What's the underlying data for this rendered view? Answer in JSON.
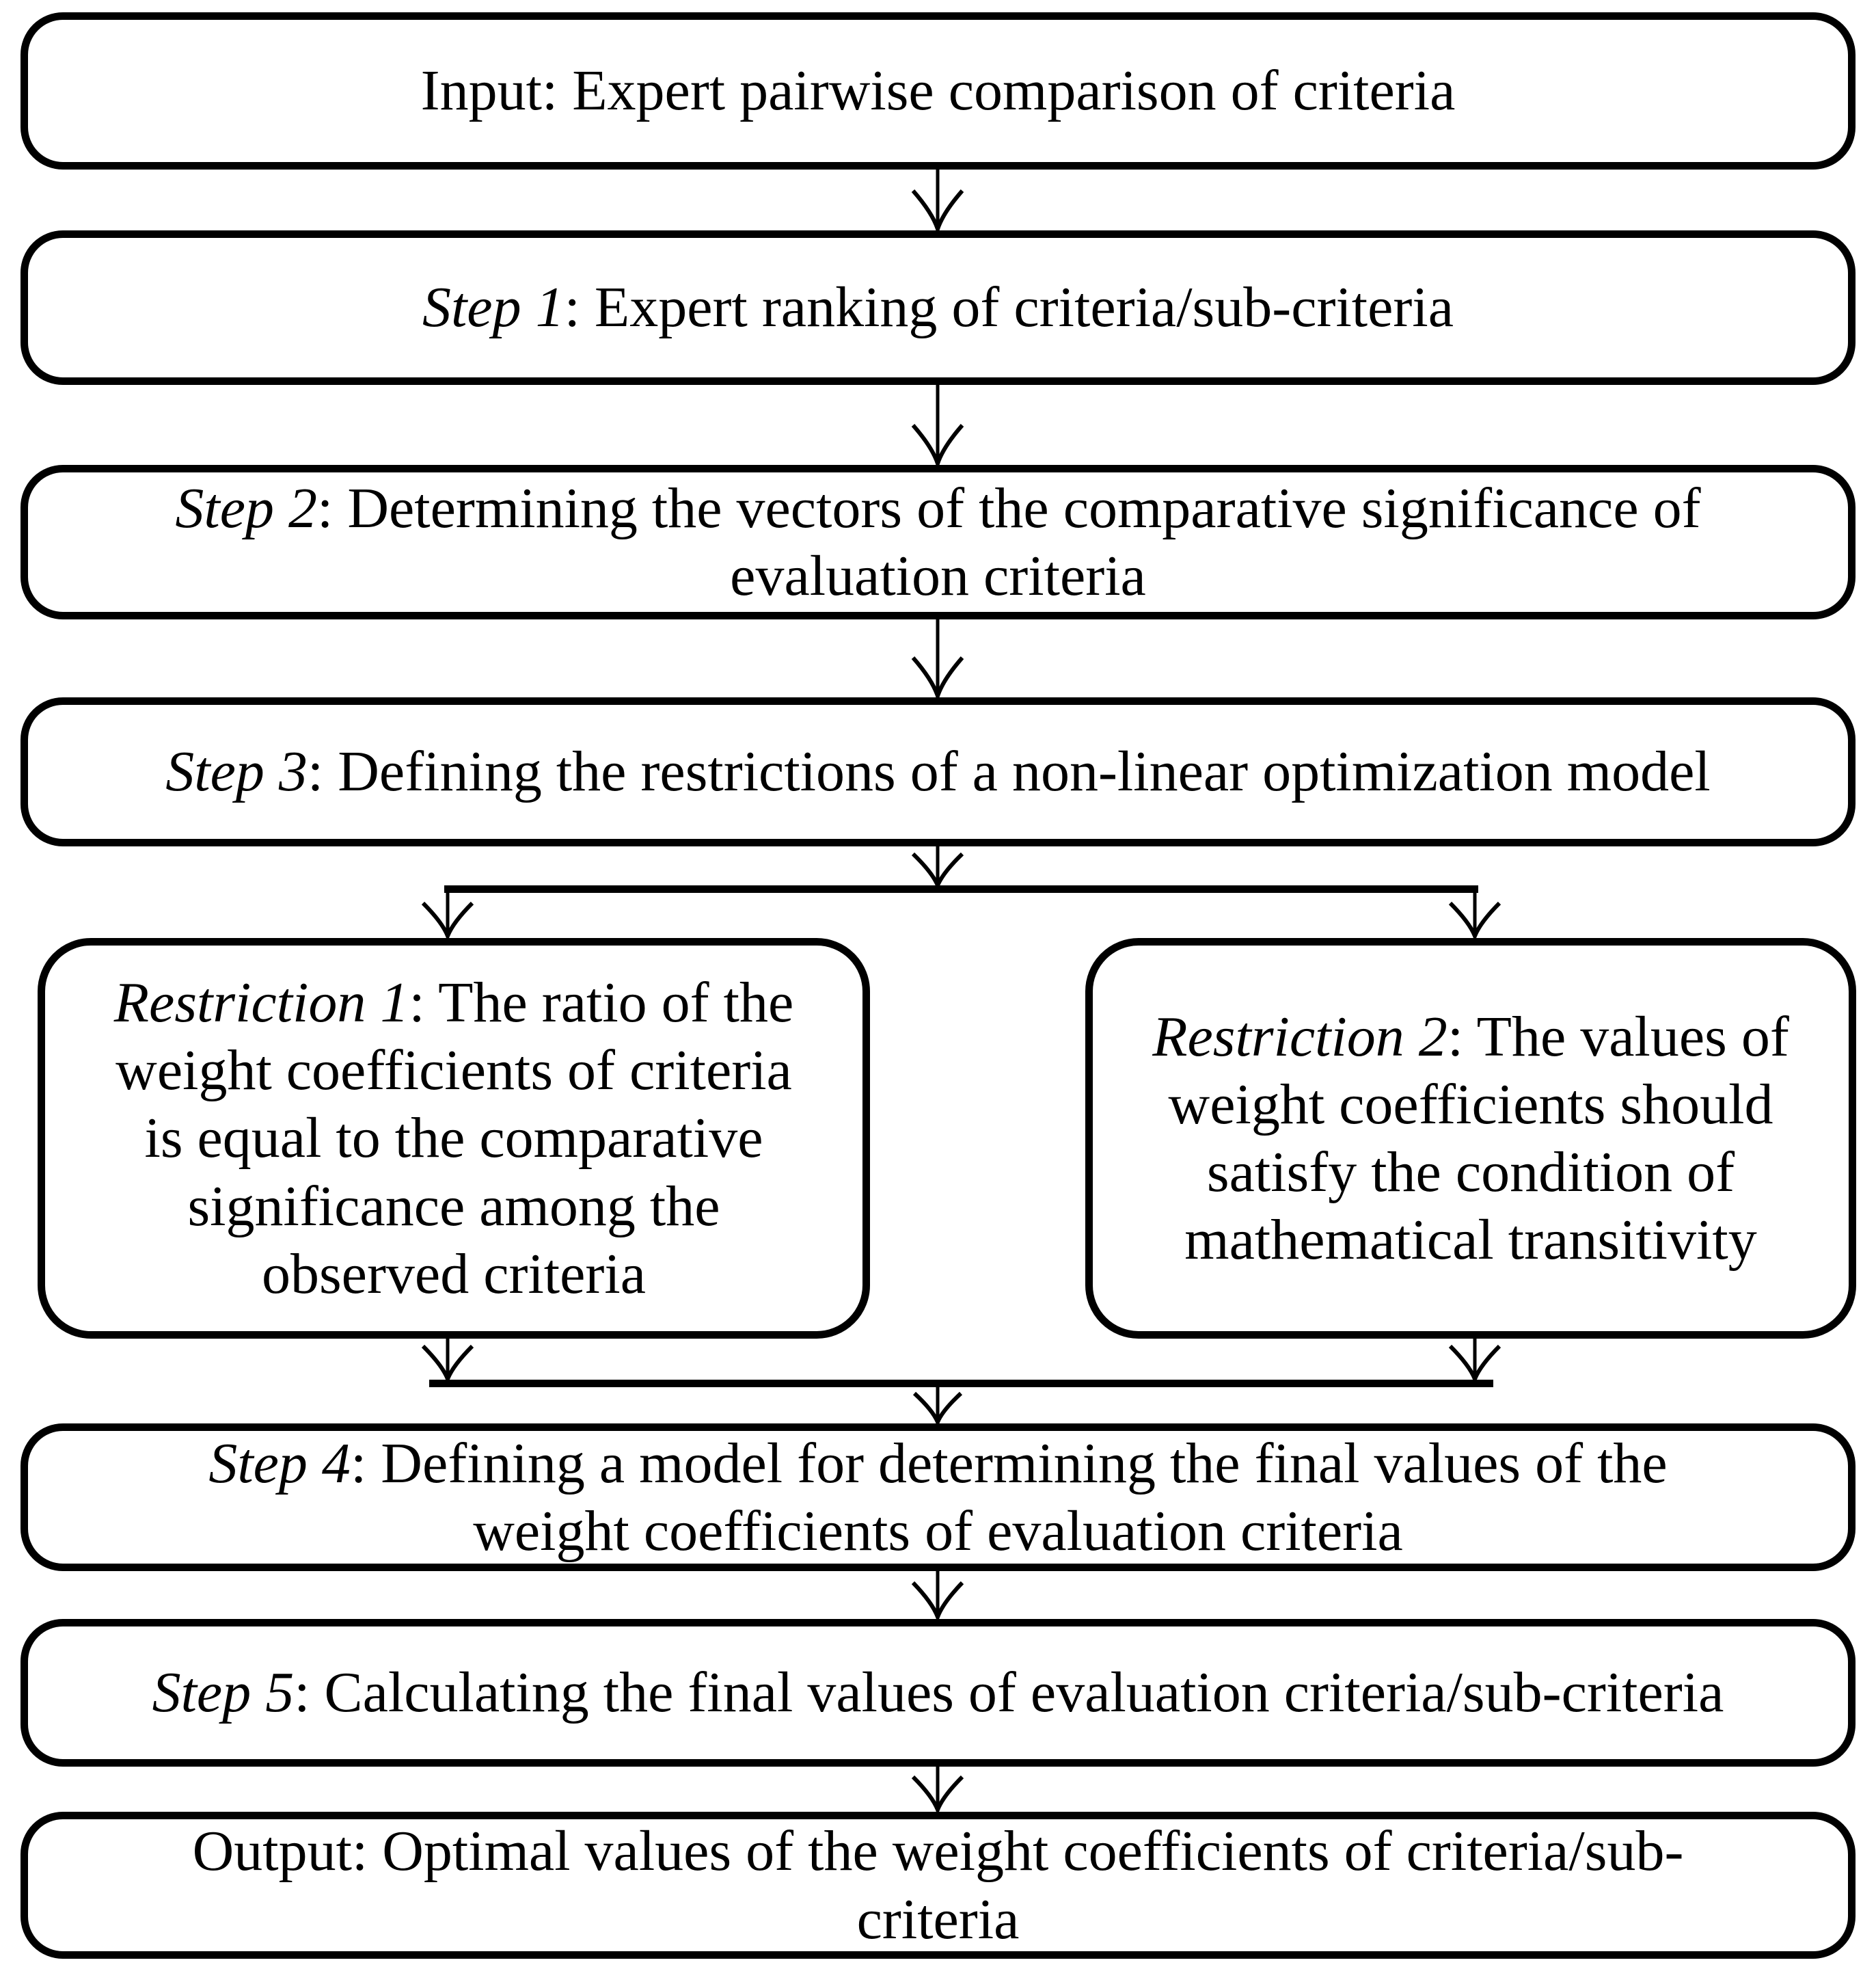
{
  "diagram": {
    "type": "flowchart",
    "colors": {
      "stroke": "#000000",
      "background": "#ffffff"
    },
    "nodes": [
      {
        "id": "input",
        "prefix": "Input",
        "body": ": Expert pairwise comparison of criteria"
      },
      {
        "id": "step1",
        "prefix": "Step 1",
        "body": ": Expert ranking of criteria/sub-criteria"
      },
      {
        "id": "step2",
        "prefix": "Step 2",
        "body": ": Determining the vectors of the comparative significance of\nevaluation criteria"
      },
      {
        "id": "step3",
        "prefix": "Step 3",
        "body": ": Defining the restrictions of a non-linear optimization model"
      },
      {
        "id": "restriction1",
        "prefix": "Restriction 1",
        "body": ": The ratio of the\nweight coefficients of criteria\nis equal to the comparative\nsignificance among the\nobserved criteria"
      },
      {
        "id": "restriction2",
        "prefix": "Restriction 2",
        "body": ": The values of\nweight coefficients should\nsatisfy the condition of\nmathematical transitivity"
      },
      {
        "id": "step4",
        "prefix": "Step 4",
        "body": ": Defining a model for determining the final values of the\nweight coefficients of evaluation criteria"
      },
      {
        "id": "step5",
        "prefix": "Step 5",
        "body": ": Calculating the final values of evaluation criteria/sub-criteria"
      },
      {
        "id": "output",
        "prefix": "Output",
        "body": ": Optimal values of the weight coefficients of criteria/sub-\ncriteria"
      }
    ],
    "edges": [
      {
        "from": "input",
        "to": "step1"
      },
      {
        "from": "step1",
        "to": "step2"
      },
      {
        "from": "step2",
        "to": "step3"
      },
      {
        "from": "step3",
        "to": "restriction1"
      },
      {
        "from": "step3",
        "to": "restriction2"
      },
      {
        "from": "restriction1",
        "to": "step4"
      },
      {
        "from": "restriction2",
        "to": "step4"
      },
      {
        "from": "step4",
        "to": "step5"
      },
      {
        "from": "step5",
        "to": "output"
      }
    ]
  }
}
